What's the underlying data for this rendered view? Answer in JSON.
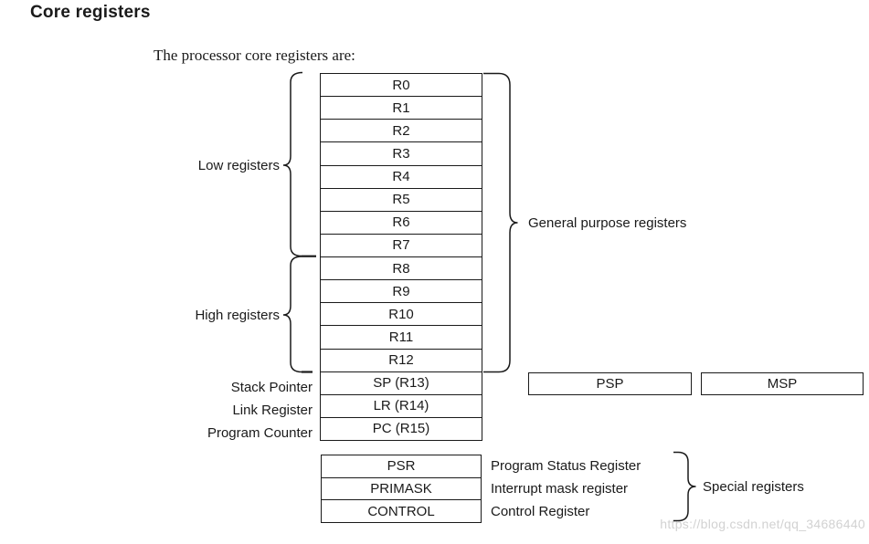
{
  "page": {
    "title": "Core registers",
    "intro": "The processor core registers are:"
  },
  "main_stack": {
    "registers": [
      "R0",
      "R1",
      "R2",
      "R3",
      "R4",
      "R5",
      "R6",
      "R7",
      "R8",
      "R9",
      "R10",
      "R11",
      "R12",
      "SP (R13)",
      "LR (R14)",
      "PC (R15)"
    ]
  },
  "group_labels": {
    "low": "Low registers",
    "high": "High registers",
    "general": "General purpose registers",
    "special": "Special registers"
  },
  "row_labels": {
    "sp": "Stack Pointer",
    "lr": "Link Register",
    "pc": "Program Counter"
  },
  "banked_sp": {
    "psp": "PSP",
    "msp": "MSP"
  },
  "special_stack": {
    "registers": [
      "PSR",
      "PRIMASK",
      "CONTROL"
    ],
    "descriptions": [
      "Program Status Register",
      "Interrupt mask register",
      "Control Register"
    ]
  },
  "watermark": "https://blog.csdn.net/qq_34686440",
  "colors": {
    "text": "#1a1a1a",
    "line": "#1a1a1a",
    "background": "#ffffff",
    "watermark": "#d2d2d2"
  }
}
